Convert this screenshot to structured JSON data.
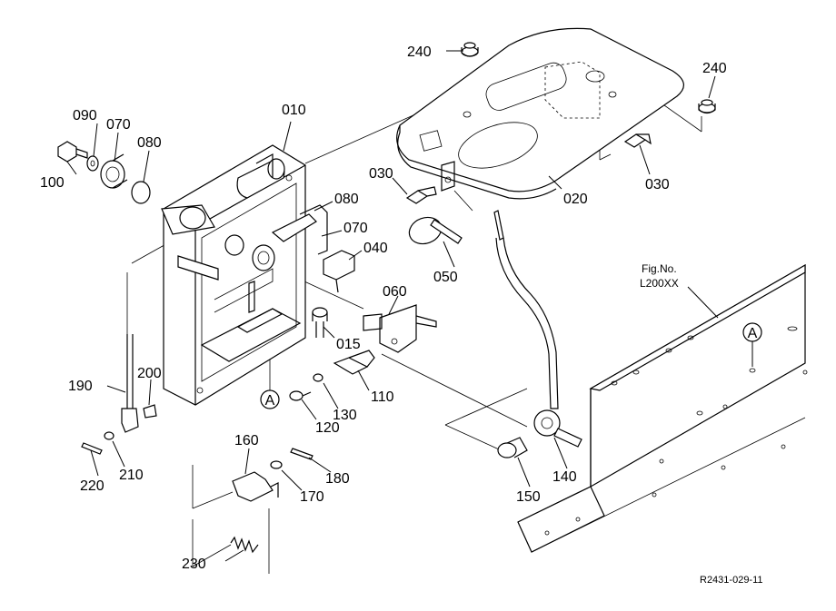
{
  "figure": {
    "ref_label": "Fig.No.",
    "ref_code": "L200XX",
    "drawing_code": "R2431-029-11"
  },
  "parts": {
    "p010": "010",
    "p015": "015",
    "p020": "020",
    "p030a": "030",
    "p030b": "030",
    "p040": "040",
    "p050": "050",
    "p060": "060",
    "p070a": "070",
    "p070b": "070",
    "p080a": "080",
    "p080b": "080",
    "p090": "090",
    "p100": "100",
    "p110": "110",
    "p120": "120",
    "p130": "130",
    "p140": "140",
    "p150": "150",
    "p160": "160",
    "p170": "170",
    "p180": "180",
    "p190": "190",
    "p200": "200",
    "p210": "210",
    "p220": "220",
    "p230": "230",
    "p240a": "240",
    "p240b": "240"
  },
  "markers": {
    "a1": "A",
    "a2": "A"
  }
}
